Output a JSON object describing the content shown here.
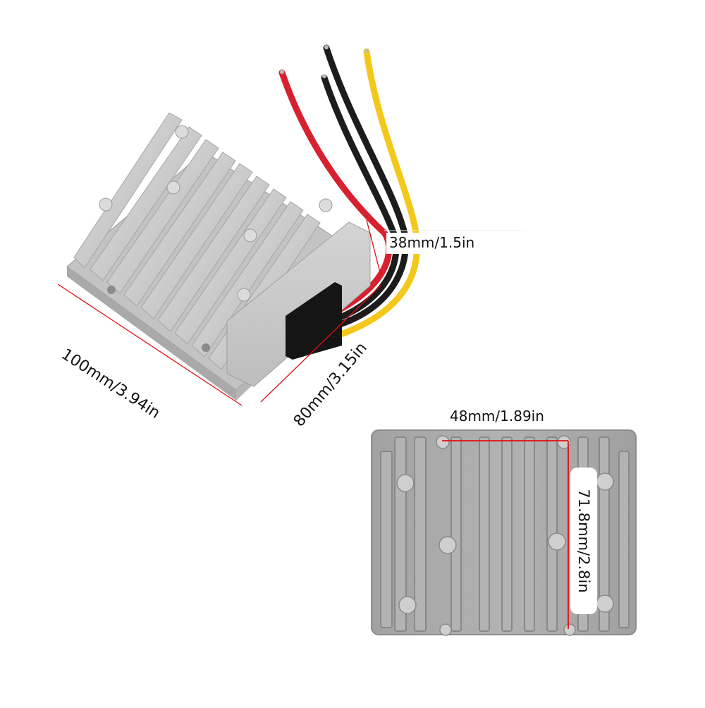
{
  "image": {
    "subject": "Aluminum-finned DC-DC converter module with four wire leads",
    "background_color": "#ffffff",
    "colors": {
      "housing": "#c9c9c9",
      "housing_shadow": "#9a9a9a",
      "top_view_housing": "#a9a9a9",
      "dimension_line": "#e01010",
      "wire_red": "#d8212f",
      "wire_black": "#1c1c1c",
      "wire_yellow": "#f3c81a",
      "grommet": "#151515"
    },
    "wires": [
      {
        "color": "red"
      },
      {
        "color": "black"
      },
      {
        "color": "black"
      },
      {
        "color": "yellow"
      }
    ]
  },
  "dimensions": {
    "height": "38mm/1.5in",
    "length": "100mm/3.94in",
    "width": "80mm/3.15in",
    "hole_spacing_horizontal": "48mm/1.89in",
    "hole_spacing_vertical": "71.8mm/2.8in"
  },
  "views": {
    "isometric": "perspective view with wires",
    "top": "top view of heatsink fins"
  }
}
